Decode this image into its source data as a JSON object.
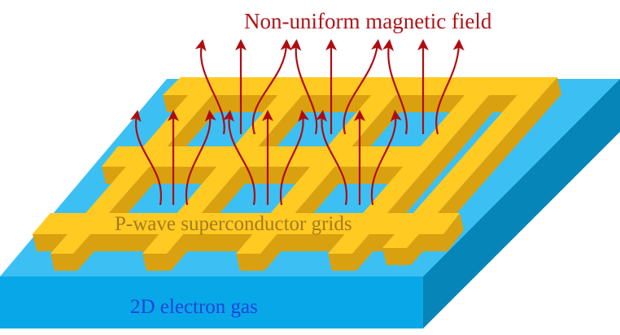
{
  "labels": {
    "field": "Non-uniform magnetic field",
    "grids": "P-wave superconductor grids",
    "gas": "2D electron gas"
  },
  "colors": {
    "field_text": "#b01418",
    "grids_text": "#a47a1c",
    "gas_text": "#1b45d8",
    "substrate_top": "#3cc0f4",
    "substrate_front": "#08a8e8",
    "substrate_side": "#0585b8",
    "grid_top": "#ffca22",
    "grid_side": "#d9a010",
    "arrow": "#b00c10"
  },
  "icons": {
    "arrow": "curved-field-arrow"
  }
}
